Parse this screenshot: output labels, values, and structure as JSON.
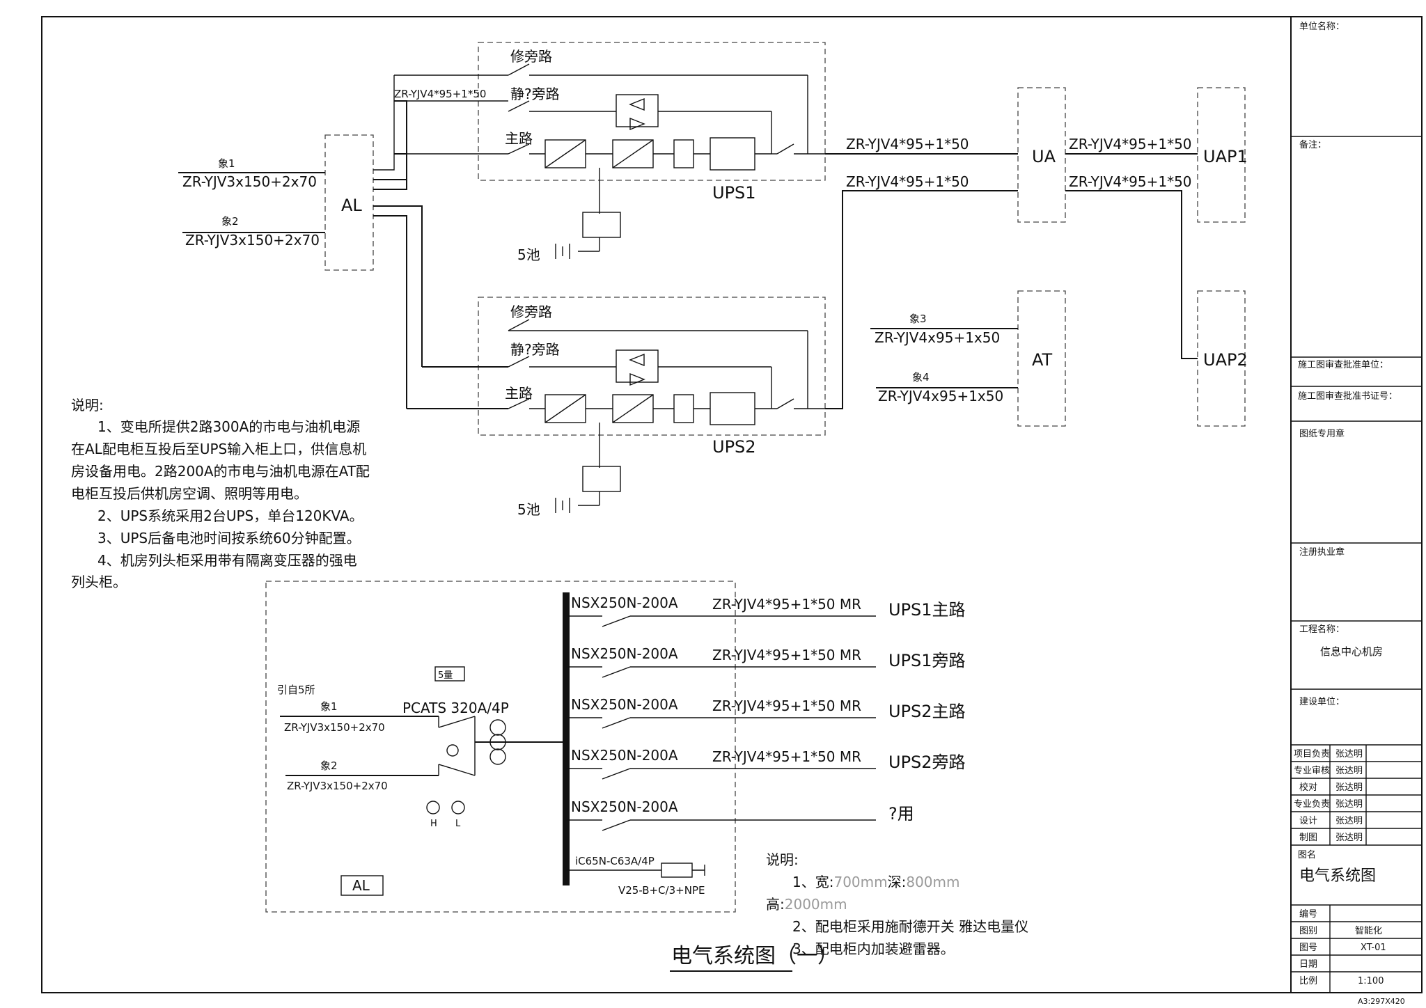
{
  "diagram": {
    "ups_top": {
      "name": "UPS1",
      "maint_bypass": "修旁路",
      "static_bypass": "静?旁路",
      "main": "主路",
      "battery": "5池"
    },
    "ups_bottom": {
      "name": "UPS2",
      "maint_bypass": "修旁路",
      "static_bypass": "静?旁路",
      "main": "主路",
      "battery": "5池"
    },
    "al_panel": "AL",
    "al_in1_label": "象1",
    "al_in1_cable": "ZR-YJV3x150+2x70",
    "al_in2_label": "象2",
    "al_in2_cable": "ZR-YJV3x150+2x70",
    "al_out_cable": "ZR-YJV4*95+1*50",
    "ups1_out_cable": "ZR-YJV4*95+1*50",
    "ups2_out_cable": "ZR-YJV4*95+1*50",
    "ua_panel": "UA",
    "ua_uap1_cable": "ZR-YJV4*95+1*50",
    "ua_uap2_cable": "ZR-YJV4*95+1*50",
    "uap1": "UAP1",
    "uap2": "UAP2",
    "at_panel": "AT",
    "at_in3_label": "象3",
    "at_in3_cable": "ZR-YJV4x95+1x50",
    "at_in4_label": "象4",
    "at_in4_cable": "ZR-YJV4x95+1x50"
  },
  "notes_left": {
    "title": "说明:",
    "lines": [
      "1、变电所提供2路300A的市电与油机电源",
      "在AL配电柜互投后至UPS输入柜上口，供信息机",
      "房设备用电。2路200A的市电与油机电源在AT配",
      "电柜互投后供机房空调、照明等用电。",
      "2、UPS系统采用2台UPS，单台120KVA。",
      "3、UPS后备电池时间按系统60分钟配置。",
      "4、机房列头柜采用带有隔离变压器的强电",
      "列头柜。"
    ]
  },
  "panel_detail": {
    "source": "引自5所",
    "box_tag": "5量",
    "in1_label": "象1",
    "in1_cable": "ZR-YJV3x150+2x70",
    "in2_label": "象2",
    "in2_cable": "ZR-YJV3x150+2x70",
    "ats": "PCATS  320A/4P",
    "lamp_h": "H",
    "lamp_l": "L",
    "panel_name": "AL",
    "feeders": [
      {
        "breaker": "NSX250N-200A",
        "cable": "ZR-YJV4*95+1*50  MR",
        "dest": "UPS1主路"
      },
      {
        "breaker": "NSX250N-200A",
        "cable": "ZR-YJV4*95+1*50  MR",
        "dest": "UPS1旁路"
      },
      {
        "breaker": "NSX250N-200A",
        "cable": "ZR-YJV4*95+1*50  MR",
        "dest": "UPS2主路"
      },
      {
        "breaker": "NSX250N-200A",
        "cable": "ZR-YJV4*95+1*50  MR",
        "dest": "UPS2旁路"
      },
      {
        "breaker": "NSX250N-200A",
        "cable": "",
        "dest": "?用"
      }
    ],
    "spd_breaker": "iC65N-C63A/4P",
    "spd": "V25-B+C/3+NPE"
  },
  "notes_bottom": {
    "title": "说明:",
    "line1_prefix": "1、宽:",
    "line1_width": "700mm",
    "line1_depth_label": "深:",
    "line1_depth": "800mm",
    "line1b_label": "高:",
    "line1b_height": "2000mm",
    "line2": "2、配电柜采用施耐德开关  雅达电量仪",
    "line3": "3、配电柜内加装避雷器。"
  },
  "drawing_title": "电气系统图（一）",
  "title_block": {
    "unit_name": "单位名称：",
    "remarks": "备注：",
    "approval_unit": "施工图审查批准单位：",
    "approval_cert": "施工图审查批准书证号：",
    "drawing_seal": "图纸专用章",
    "reg_seal": "注册执业章",
    "project_label": "工程名称：",
    "project_name": "信息中心机房",
    "client_label": "建设单位：",
    "staff": [
      {
        "role": "项目负责",
        "name": "张达明"
      },
      {
        "role": "专业审核",
        "name": "张达明"
      },
      {
        "role": "校对",
        "name": "张达明"
      },
      {
        "role": "专业负责",
        "name": "张达明"
      },
      {
        "role": "设计",
        "name": "张达明"
      },
      {
        "role": "制图",
        "name": "张达明"
      }
    ],
    "drawing_name_label": "图名",
    "drawing_name": "电气系统图",
    "number_label": "编号",
    "category_label": "图别",
    "category": "智能化",
    "drawing_no_label": "图号",
    "drawing_no": "XT-01",
    "date_label": "日期",
    "scale_label": "比例",
    "scale": "1:100",
    "paper": "A3:297X420"
  }
}
